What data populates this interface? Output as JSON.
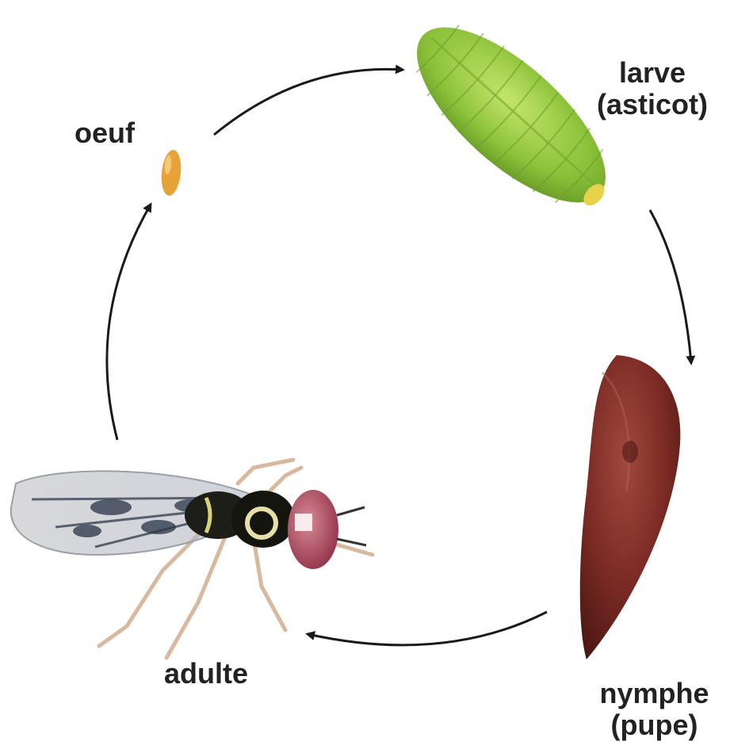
{
  "stages": {
    "egg": {
      "line1": "oeuf",
      "color": "#e8a23a"
    },
    "larva": {
      "line1": "larve",
      "line2": "(asticot)",
      "color": "#9ccc3a"
    },
    "pupa": {
      "line1": "nymphe",
      "line2": "(pupe)",
      "color": "#7a2a24"
    },
    "adult": {
      "line1": "adulte",
      "color": "#1e2a3a"
    }
  },
  "arrow_color": "#1a1a1a",
  "icons": {
    "egg": "egg-icon",
    "larva": "larva-icon",
    "pupa": "pupa-icon",
    "adult": "hoverfly-icon"
  }
}
